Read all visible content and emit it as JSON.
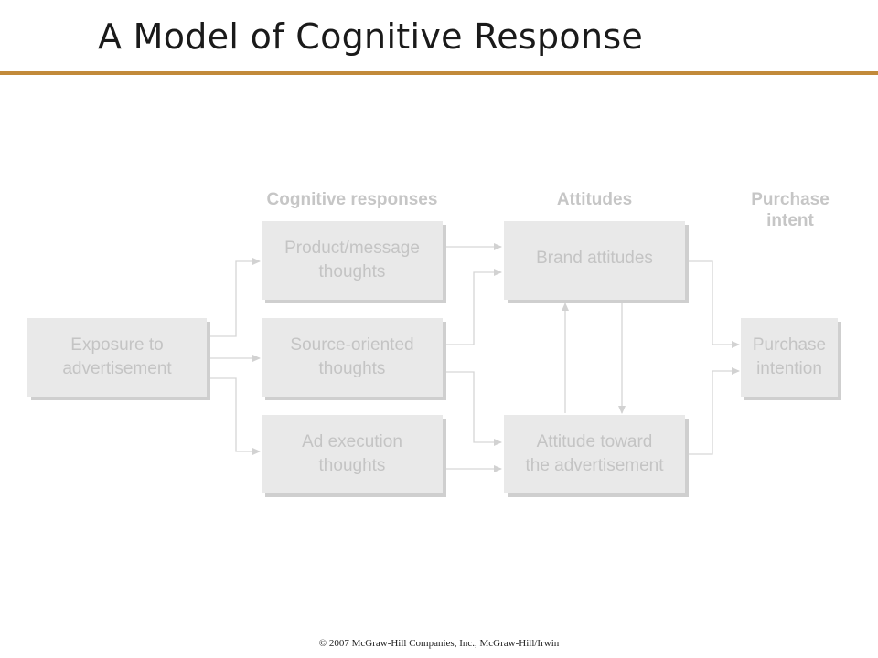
{
  "title": "A Model of Cognitive Response",
  "columns": {
    "cognitive": "Cognitive responses",
    "attitudes": "Attitudes",
    "intent_line1": "Purchase",
    "intent_line2": "intent"
  },
  "nodes": {
    "exposure": [
      "Exposure to",
      "advertisement"
    ],
    "product_thoughts": [
      "Product/message",
      "thoughts"
    ],
    "source_thoughts": [
      "Source-oriented",
      "thoughts"
    ],
    "ad_execution": [
      "Ad execution",
      "thoughts"
    ],
    "brand_attitudes": [
      "Brand attitudes"
    ],
    "attitude_ad": [
      "Attitude toward",
      "the advertisement"
    ],
    "purchase_intention": [
      "Purchase",
      "intention"
    ]
  },
  "footer": "© 2007 McGraw-Hill Companies, Inc., McGraw-Hill/Irwin"
}
